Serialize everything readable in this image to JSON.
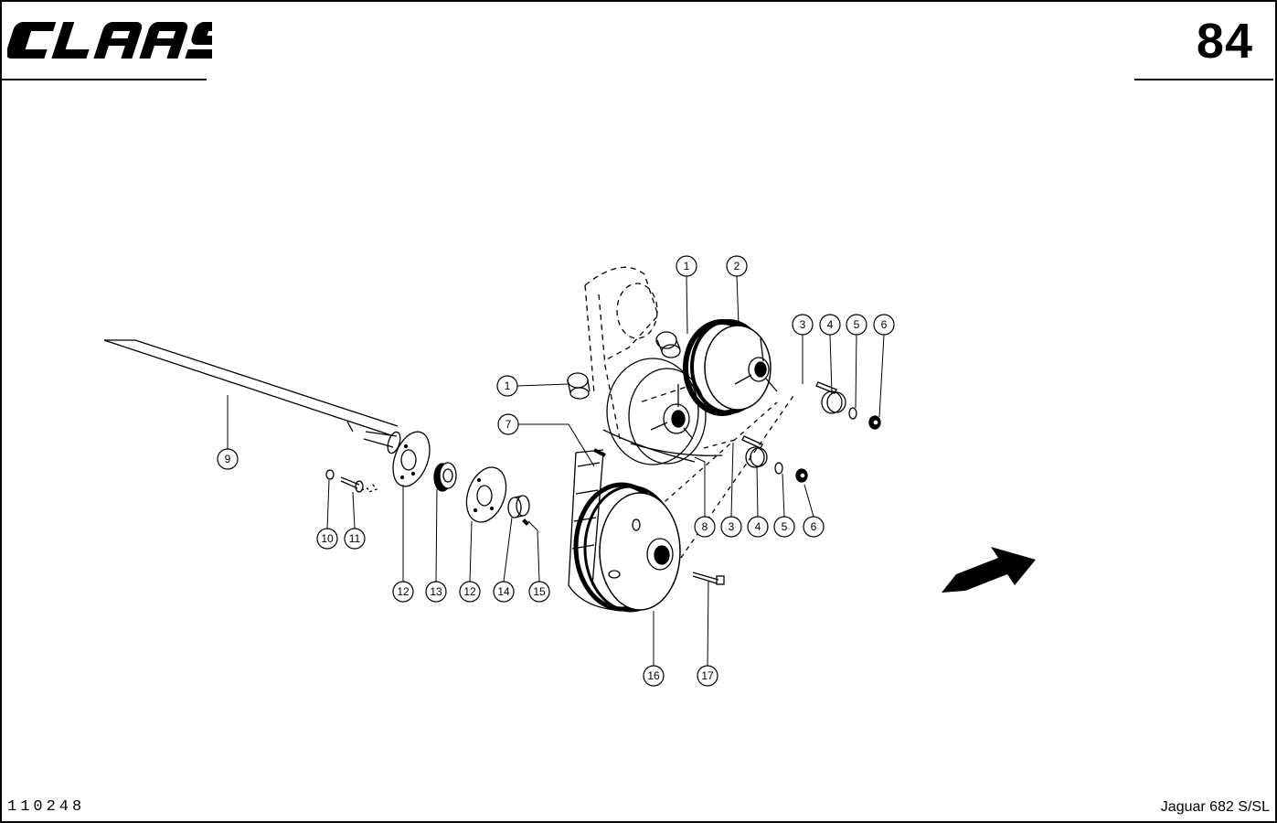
{
  "header": {
    "brand_logo": "CLAAS",
    "page_number": "84"
  },
  "footer": {
    "document_number": "110248",
    "model": "Jaguar 682 S/SL"
  },
  "callouts": {
    "c1a": "1",
    "c2": "2",
    "c3a": "3",
    "c4a": "4",
    "c5a": "5",
    "c6a": "6",
    "c1b": "1",
    "c7": "7",
    "c9": "9",
    "c8": "8",
    "c3b": "3",
    "c4b": "4",
    "c5b": "5",
    "c6b": "6",
    "c10": "10",
    "c11": "11",
    "c12a": "12",
    "c13": "13",
    "c12b": "12",
    "c14": "14",
    "c15": "15",
    "c16": "16",
    "c17": "17"
  },
  "icons": {
    "direction_arrow": "direction-arrow-icon"
  }
}
